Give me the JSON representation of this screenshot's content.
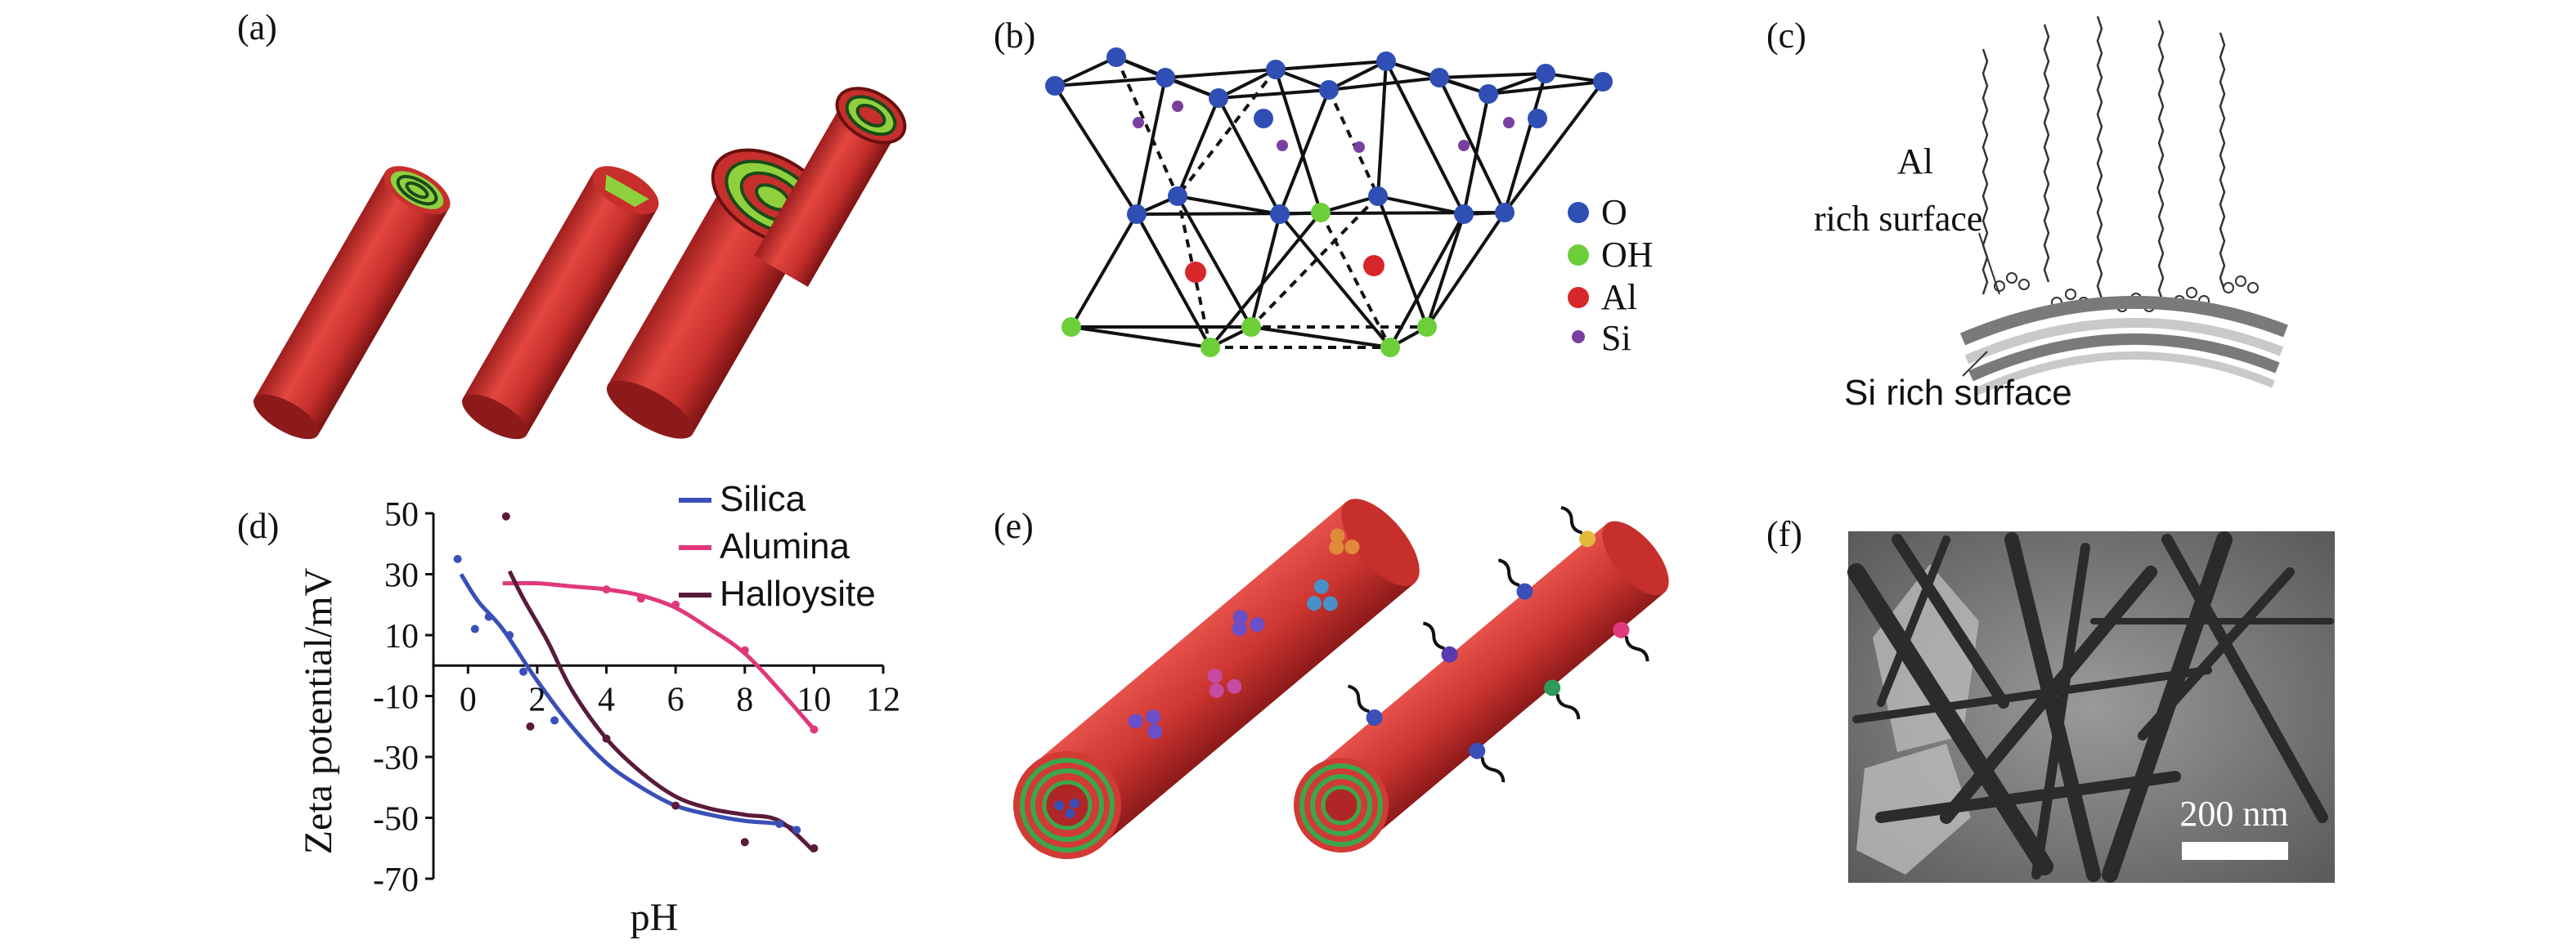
{
  "panels": {
    "a": {
      "label": "(a)"
    },
    "b": {
      "label": "(b)",
      "legend": [
        {
          "text": "O",
          "color": "#2f4fb5"
        },
        {
          "text": "OH",
          "color": "#6ccf3a"
        },
        {
          "text": "Al",
          "color": "#d8272b"
        },
        {
          "text": "Si",
          "color": "#7a3ea0"
        }
      ]
    },
    "c": {
      "label": "(c)",
      "al_line1": "Al",
      "al_line2": "rich surface",
      "si_text": "Si rich surface"
    },
    "d": {
      "label": "(d)"
    },
    "e": {
      "label": "(e)"
    },
    "f": {
      "label": "(f)",
      "scale_bar": "200 nm"
    }
  },
  "chart_data": {
    "type": "line",
    "xlabel": "pH",
    "ylabel": "Zeta potential/mV",
    "xlim": [
      -1,
      12
    ],
    "ylim": [
      -70,
      50
    ],
    "xticks": [
      0,
      2,
      4,
      6,
      8,
      10,
      12
    ],
    "yticks": [
      50,
      30,
      10,
      -10,
      -30,
      -50,
      -70
    ],
    "legend_position": "top-right",
    "series": [
      {
        "name": "Silica",
        "color": "#3a4fb8",
        "curve": [
          [
            -0.2,
            30
          ],
          [
            0.3,
            21
          ],
          [
            1,
            12
          ],
          [
            2,
            -5
          ],
          [
            3,
            -20
          ],
          [
            4,
            -32
          ],
          [
            5,
            -40
          ],
          [
            6,
            -46
          ],
          [
            7,
            -49
          ],
          [
            8,
            -51
          ],
          [
            9,
            -52
          ],
          [
            9.5,
            -54
          ]
        ],
        "points": [
          [
            -0.3,
            35
          ],
          [
            0.2,
            12
          ],
          [
            0.6,
            16
          ],
          [
            1.2,
            10
          ],
          [
            1.6,
            -2
          ],
          [
            2.5,
            -18
          ],
          [
            9,
            -52
          ],
          [
            9.5,
            -54
          ]
        ]
      },
      {
        "name": "Alumina",
        "color": "#e0387a",
        "curve": [
          [
            1,
            27
          ],
          [
            2,
            27
          ],
          [
            3,
            26
          ],
          [
            4,
            25
          ],
          [
            5,
            23
          ],
          [
            6,
            19
          ],
          [
            7,
            12
          ],
          [
            8,
            4
          ],
          [
            9,
            -8
          ],
          [
            10,
            -21
          ]
        ],
        "points": [
          [
            4,
            25
          ],
          [
            5,
            22
          ],
          [
            6,
            20
          ],
          [
            8,
            5
          ],
          [
            10,
            -21
          ]
        ]
      },
      {
        "name": "Halloysite",
        "color": "#5a1a3a",
        "curve": [
          [
            1.2,
            31
          ],
          [
            1.6,
            22
          ],
          [
            2.3,
            8
          ],
          [
            3,
            -8
          ],
          [
            4,
            -24
          ],
          [
            5,
            -35
          ],
          [
            6,
            -43
          ],
          [
            7,
            -47
          ],
          [
            8,
            -49
          ],
          [
            9,
            -51
          ],
          [
            10,
            -61
          ]
        ],
        "points": [
          [
            1.1,
            49
          ],
          [
            1.8,
            -20
          ],
          [
            4,
            -24
          ],
          [
            6,
            -46
          ],
          [
            8,
            -58
          ],
          [
            10,
            -60
          ]
        ]
      }
    ]
  }
}
